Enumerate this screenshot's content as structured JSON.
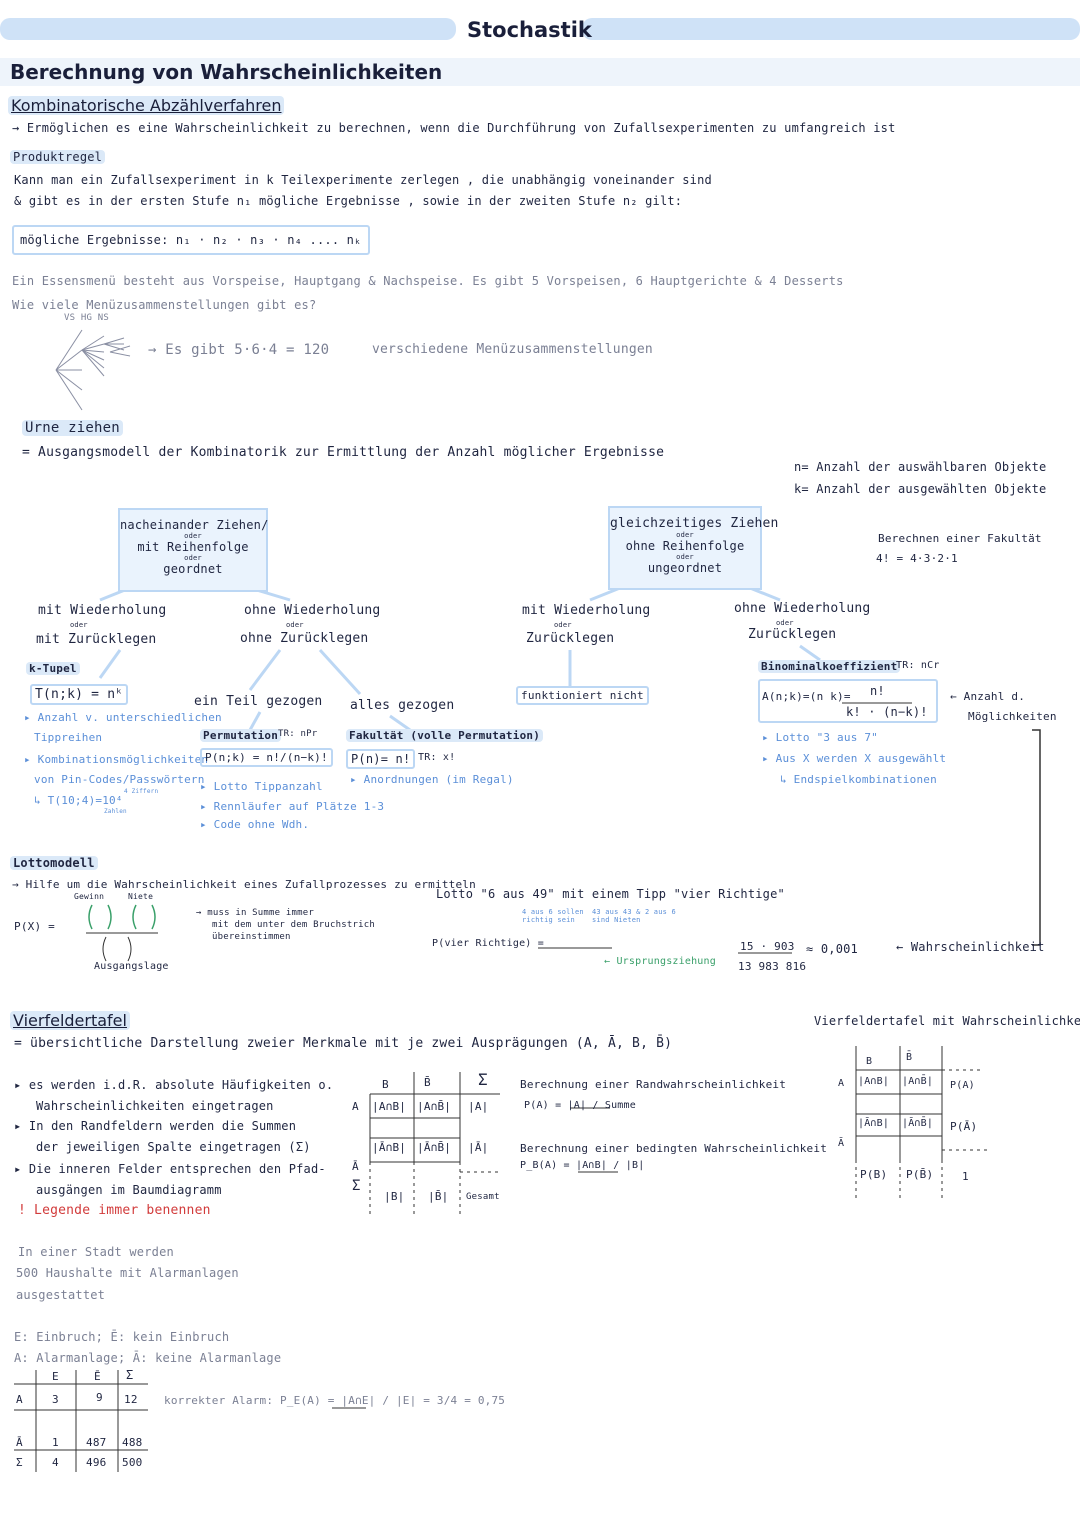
{
  "header": {
    "title": "Stochastik"
  },
  "section": {
    "title": "Berechnung von Wahrscheinlichkeiten"
  },
  "kombi": {
    "title": "Kombinatorische Abzählverfahren",
    "intro": "→ Ermöglichen es eine Wahrscheinlichkeit zu berechnen, wenn die Durchführung von Zufallsexperimenten zu umfangreich ist"
  },
  "produktregel": {
    "title": "Produktregel",
    "line1": "Kann man ein Zufallsexperiment in k Teilexperimente zerlegen , die unabhängig voneinander sind",
    "line2": "& gibt es in der ersten Stufe n₁ mögliche Ergebnisse , sowie in der zweiten Stufe n₂ gilt:",
    "formula": "mögliche Ergebnisse: n₁ · n₂ · n₃ · n₄ .... nₖ"
  },
  "beispiel": {
    "line1": "Ein Essensmenü besteht aus Vorspeise, Hauptgang & Nachspeise. Es gibt 5 Vorspeisen, 6 Hauptgerichte & 4 Desserts",
    "line2": "Wie viele Menüzusammenstellungen gibt es?",
    "labels": "VS   HG   NS",
    "result": "→ Es gibt 5·6·4 = 120",
    "result2": "verschiedene Menüzusammenstellungen"
  },
  "urne": {
    "title": "Urne ziehen",
    "desc": "= Ausgangsmodell der Kombinatorik zur Ermittlung der Anzahl möglicher Ergebnisse",
    "legend_n": "n= Anzahl der auswählbaren Objekte",
    "legend_k": "k= Anzahl der ausgewählten Objekte",
    "left_box": [
      "nacheinander Ziehen/",
      "oder",
      "mit Reihenfolge",
      "oder",
      "geordnet"
    ],
    "right_box": [
      "gleichzeitiges Ziehen",
      "oder",
      "ohne Reihenfolge",
      "oder",
      "ungeordnet"
    ],
    "fakultaet_note": [
      "Berechnen einer Fakultät",
      "4! = 4·3·2·1"
    ],
    "col1": {
      "t1": "mit Wiederholung",
      "oder": "oder",
      "t2": "mit Zurücklegen",
      "tupel": "k-Tupel",
      "formula": "T(n;k) = nᵏ",
      "notes": [
        "▸ Anzahl v. unterschiedlichen",
        "Tippreihen",
        "▸ Kombinationsmöglichkeiten",
        "von Pin-Codes/Passwörtern",
        "↳ T(10;4)=10⁴"
      ],
      "tiny": [
        "4 Ziffern",
        "Zahlen"
      ]
    },
    "col2": {
      "t1": "ohne Wiederholung",
      "oder": "oder",
      "t2": "ohne Zurücklegen",
      "teil": "ein Teil gezogen",
      "alles": "alles gezogen",
      "perm": "Permutation",
      "perm_tr": "TR: nPr",
      "perm_f": "P(n;k) = n!/(n−k)!",
      "fak": "Fakultät (volle Permutation)",
      "fak_f": "P(n)= n!",
      "fak_tr": "TR: x!",
      "fak_note": "▸ Anordnungen (im Regal)",
      "notes": [
        "▸ Lotto Tippanzahl",
        "▸ Rennläufer auf Plätze 1-3",
        "▸ Code ohne Wdh."
      ]
    },
    "col3": {
      "t1": "mit Wiederholung",
      "oder": "oder",
      "t2": "Zurücklegen",
      "t3": "funktioniert nicht"
    },
    "col4": {
      "t1": "ohne Wiederholung",
      "oder": "oder",
      "t2": "Zurücklegen",
      "binom": "Binominalkoeffizient",
      "binom_tr": "TR: nCr",
      "formula": "A(n;k)=(n k)=",
      "num": "n!",
      "den": "k! · (n−k)!",
      "arrow_note": [
        "← Anzahl d.",
        "Möglichkeiten"
      ],
      "notes": [
        "▸ Lotto \"3 aus 7\"",
        "▸ Aus X werden X ausgewählt",
        "↳ Endspielkombinationen"
      ]
    }
  },
  "lotto": {
    "title": "Lottomodell",
    "desc": "→ Hilfe um die Wahrscheinlichkeit eines Zufallprozesses zu ermitteln",
    "gewinn": "Gewinn",
    "niete": "Niete",
    "px": "P(X) =",
    "ausgang": "Ausgangslage",
    "note": [
      "→ muss in Summe immer",
      "mit dem unter dem Bruchstrich",
      "übereinstimmen"
    ],
    "example": "Lotto \"6 aus 49\" mit einem Tipp \"vier Richtige\"",
    "sub1": "4 aus 6 sollen richtig sein",
    "sub2": "43 aus 43 & 2 aus 6 sind Nieten",
    "pvier": "P(vier Richtige) =",
    "ursprung": "← Ursprungsziehung",
    "res_num": "15 · 903",
    "res_den": "13 983 816",
    "approx": "≈ 0,001",
    "w": "← Wahrscheinlichkeit"
  },
  "vft": {
    "title": "Vierfeldertafel",
    "right_title": "Vierfeldertafel mit Wahrscheinlichkeiten",
    "desc": "= übersichtliche Darstellung zweier Merkmale mit je zwei Ausprägungen (A, Ā, B, B̄)",
    "bullets": [
      "▸ es werden i.d.R. absolute Häufigkeiten o.",
      "Wahrscheinlichkeiten eingetragen",
      "▸ In den Randfeldern werden die Summen",
      "der jeweiligen Spalte eingetragen (Σ)",
      "▸ Die inneren Felder entsprechen den Pfad-",
      "ausgängen im Baumdiagramm"
    ],
    "warn": "! Legende immer benennen",
    "rand": [
      "Berechnung einer Randwahrscheinlichkeit",
      "P(A) = |A| / Summe"
    ],
    "bed": [
      "Berechnung einer bedingten Wahrscheinlichkeit",
      "P_B(A) = |A∩B| / |B|"
    ],
    "t1": {
      "h": [
        "B",
        "B̄",
        "Σ"
      ],
      "r1": [
        "A",
        "|A∩B|",
        "|A∩B̄|",
        "|A|"
      ],
      "r2": [
        "Ā",
        "|Ā∩B|",
        "|Ā∩B̄|",
        "|Ā|"
      ],
      "r3": [
        "Σ",
        "|B|",
        "|B̄|",
        "Gesamt"
      ]
    },
    "t2": {
      "h": [
        "B",
        "B̄"
      ],
      "r1": [
        "A",
        "|A∩B|",
        "|A∩B̄|",
        "P(A)"
      ],
      "r2": [
        "Ā",
        "|Ā∩B|",
        "|Ā∩B̄|",
        "P(Ā)"
      ],
      "r3": [
        "",
        "P(B)",
        "P(B̄)",
        "1"
      ]
    }
  },
  "stadt": {
    "lines": [
      "In einer Stadt werden",
      "500 Haushalte mit Alarmanlagen",
      "ausgestattet"
    ],
    "leg1": "E: Einbruch;   Ē: kein Einbruch",
    "leg2": "A: Alarmanlage;  Ā: keine Alarmanlage",
    "h": [
      "E",
      "Ē",
      "Σ"
    ],
    "r1": [
      "A",
      "3",
      "9",
      "12"
    ],
    "r2": [
      "Ā",
      "1",
      "487",
      "488"
    ],
    "r3": [
      "Σ",
      "4",
      "496",
      "500"
    ],
    "calc": "korrekter Alarm: P_E(A) = |A∩E| / |E| = 3/4 = 0,75"
  },
  "colors": {
    "accent": "#cfe2f7",
    "box": "#eaf3fd",
    "border": "#bcd7f4",
    "text_blue": "#5b8fd8",
    "green": "#3aa06a",
    "red": "#d23b3b"
  }
}
